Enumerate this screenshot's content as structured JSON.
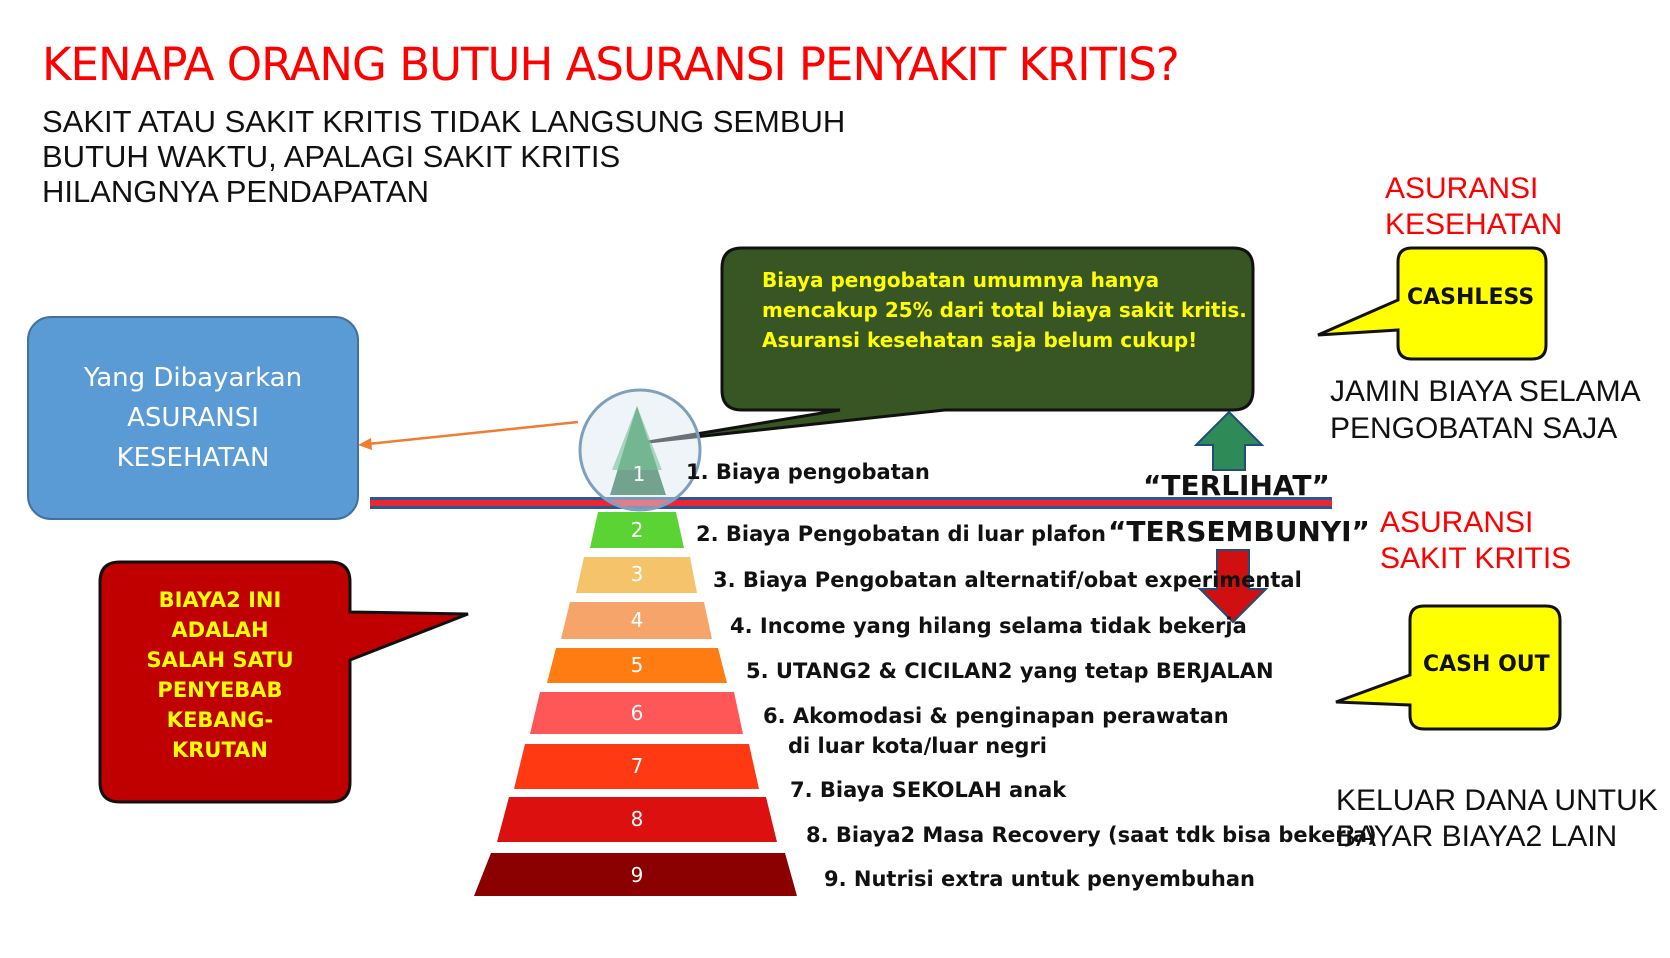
{
  "title": "KENAPA ORANG BUTUH ASURANSI PENYAKIT KRITIS?",
  "subtitle_lines": [
    "SAKIT ATAU SAKIT KRITIS TIDAK LANGSUNG SEMBUH",
    "BUTUH WAKTU, APALAGI SAKIT KRITIS",
    "HILANGNYA PENDAPATAN"
  ],
  "blue_box": {
    "line1": "Yang Dibayarkan",
    "line2": "ASURANSI",
    "line3": "KESEHATAN"
  },
  "green_callout": {
    "line1": "Biaya  pengobatan umumnya hanya",
    "line2": "mencakup  25% dari total biaya sakit kritis.",
    "line3": "Asuransi kesehatan saja belum cukup!"
  },
  "red_callout": {
    "lines": [
      "BIAYA2 INI",
      "ADALAH",
      "SALAH SATU",
      "PENYEBAB",
      "KEBANG-",
      "KRUTAN"
    ]
  },
  "visible_label": "“TERLIHAT”",
  "hidden_label": "“TERSEMBUNYI”",
  "pyramid": {
    "numbers": [
      "1",
      "2",
      "3",
      "4",
      "5",
      "6",
      "7",
      "8",
      "9"
    ],
    "items": [
      "1. Biaya pengobatan",
      "2. Biaya Pengobatan di luar plafon",
      "3. Biaya Pengobatan alternatif/obat experimental",
      "4. Income yang hilang selama tidak bekerja",
      "5. UTANG2 & CICILAN2 yang tetap BERJALAN",
      "6. Akomodasi & penginapan perawatan",
      "7. Biaya SEKOLAH anak",
      "8. Biaya2 Masa Recovery (saat tdk bisa bekerja)",
      "9. Nutrisi extra untuk penyembuhan"
    ],
    "item6_line2": "di luar kota/luar negri",
    "colors": [
      "#1e6b3c",
      "#5cd334",
      "#f5c46a",
      "#f7a46a",
      "#ff7c12",
      "#ff5757",
      "#ff3a12",
      "#dd1010",
      "#8b0000"
    ]
  },
  "right_top": {
    "heading1": "ASURANSI",
    "heading2": "KESEHATAN",
    "bubble": "CASHLESS",
    "desc1": "JAMIN BIAYA SELAMA",
    "desc2": "PENGOBATAN SAJA"
  },
  "right_bottom": {
    "heading1": "ASURANSI",
    "heading2": "SAKIT KRITIS",
    "bubble": "CASH OUT",
    "desc1": "KELUAR DANA UNTUK",
    "desc2": "BAYAR BIAYA2 LAIN"
  },
  "colors": {
    "title_red": "#ff0000",
    "callout_green": "#375623",
    "callout_red": "#c00000",
    "bubble_yellow": "#ffff00",
    "box_blue": "#5b9bd5",
    "divider_blue": "#2e5597",
    "divider_red": "#e8282d",
    "arrow_up": "#2e8b57",
    "arrow_down": "#d01010"
  }
}
